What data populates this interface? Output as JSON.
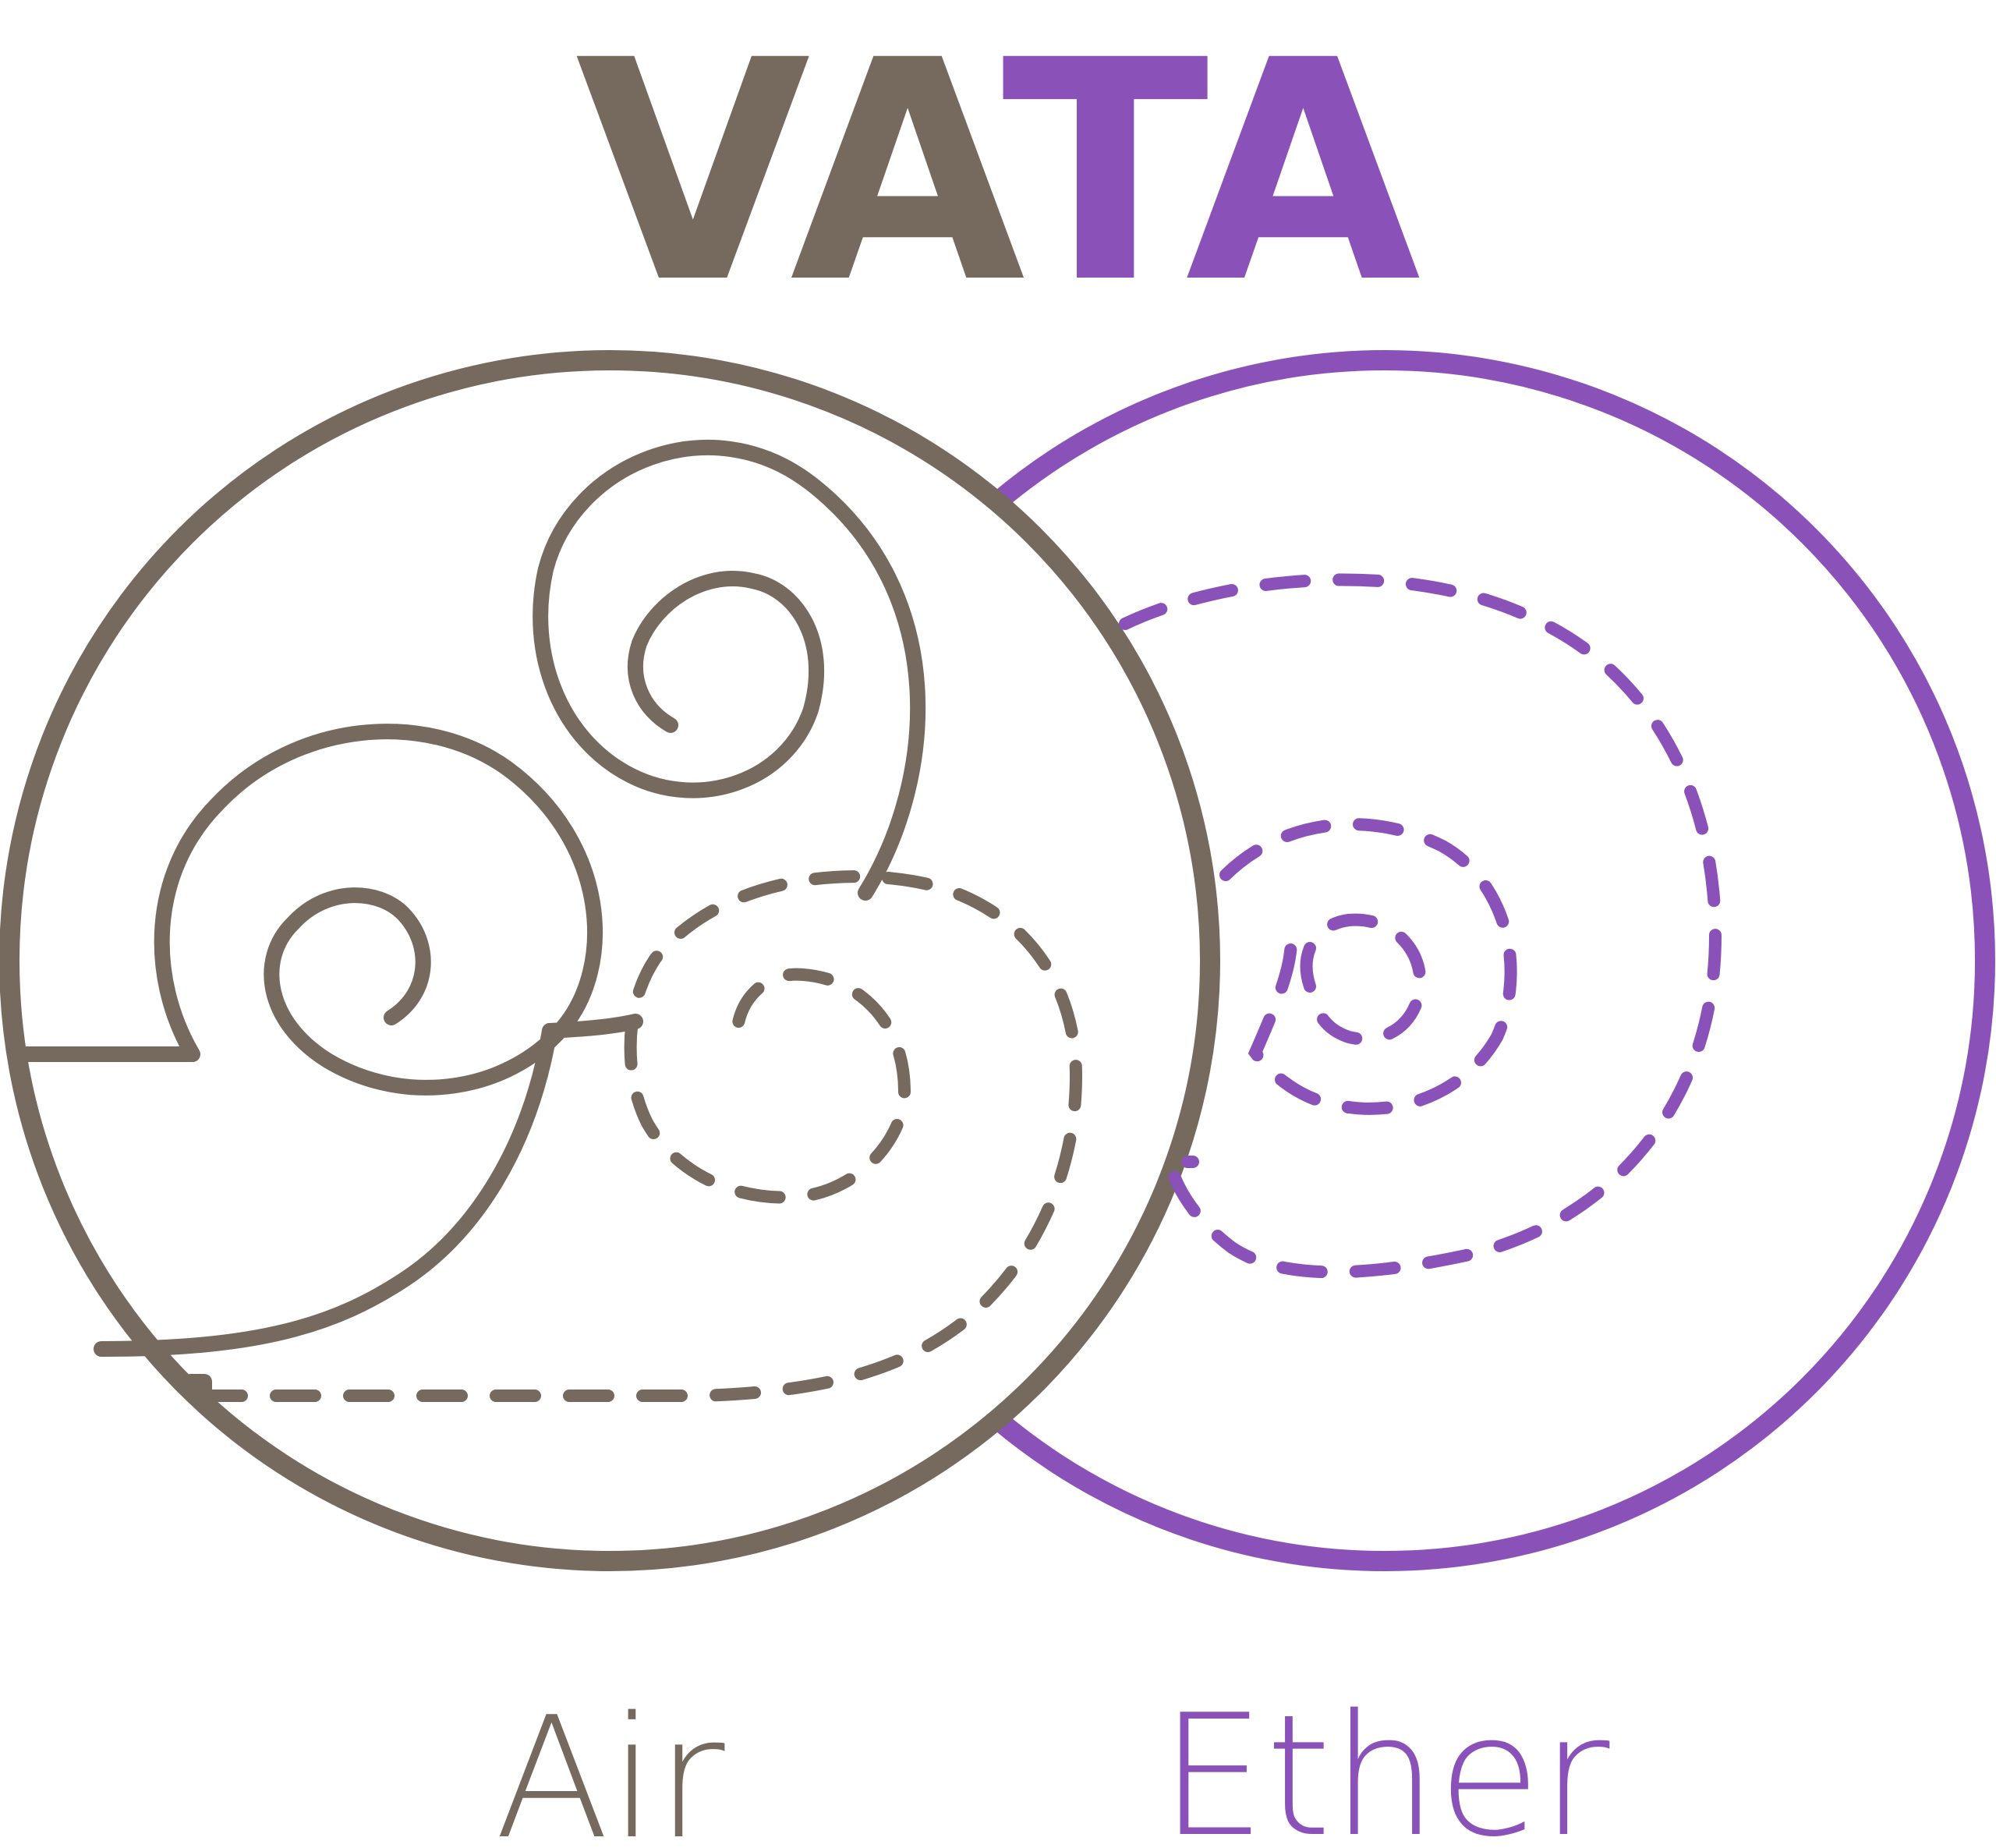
{
  "title": {
    "part_brown": "VA",
    "part_purple": "TA"
  },
  "labels": {
    "left": "Air",
    "right": "Ether"
  },
  "colors": {
    "brown": "#76695e",
    "purple": "#8a52b8",
    "background": "#ffffff"
  },
  "icons": {
    "left": "air-wind-swirl-icon",
    "right": "ether-spiral-icon"
  }
}
